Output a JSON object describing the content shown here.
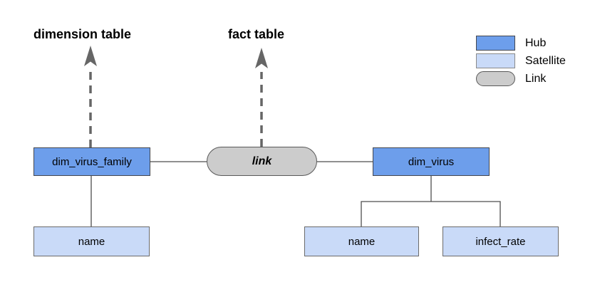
{
  "diagram": {
    "annotations": {
      "dimension_table": "dimension table",
      "fact_table": "fact table"
    },
    "nodes": {
      "dim_virus_family": {
        "label": "dim_virus_family",
        "type": "hub"
      },
      "link": {
        "label": "link",
        "type": "link"
      },
      "dim_virus": {
        "label": "dim_virus",
        "type": "hub"
      },
      "sat_family_name": {
        "label": "name",
        "type": "satellite"
      },
      "sat_virus_name": {
        "label": "name",
        "type": "satellite"
      },
      "sat_virus_infect_rate": {
        "label": "infect_rate",
        "type": "satellite"
      }
    },
    "legend": {
      "items": [
        {
          "label": "Hub",
          "swatch": "hub"
        },
        {
          "label": "Satellite",
          "swatch": "satellite"
        },
        {
          "label": "Link",
          "swatch": "link"
        }
      ]
    },
    "colors": {
      "hub_fill": "#6d9eeb",
      "satellite_fill": "#c9daf8",
      "link_fill": "#cccccc",
      "node_border": "#44474f",
      "connector_line": "#4d4d4d",
      "dashed_arrow": "#666666",
      "text": "#000000",
      "background": "#ffffff"
    }
  }
}
